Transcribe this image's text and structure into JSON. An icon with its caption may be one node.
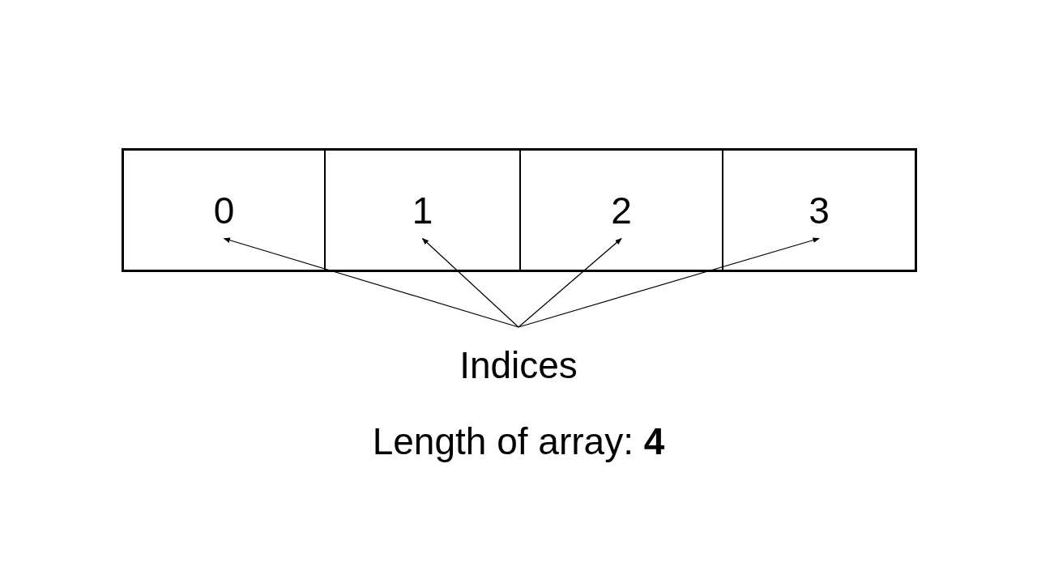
{
  "diagram": {
    "nodes": [
      {
        "text": [],
        "shape": "box"
      },
      {
        "text": [
          "0"
        ],
        "in": 0
      },
      {
        "text": [
          "1"
        ],
        "in": 0
      },
      {
        "text": [
          "2"
        ],
        "in": 0
      },
      {
        "text": [
          "3"
        ],
        "in": 0
      },
      {
        "text": [
          "Indices"
        ]
      }
    ],
    "edges": [
      {
        "from": 5,
        "to": 1,
        "arrow": "to"
      },
      {
        "from": 5,
        "to": 2,
        "arrow": "to"
      },
      {
        "from": 5,
        "to": 3,
        "arrow": "to"
      },
      {
        "from": 5,
        "to": 4,
        "arrow": "to"
      }
    ],
    "labels": [
      "Length of array: **4**"
    ]
  }
}
